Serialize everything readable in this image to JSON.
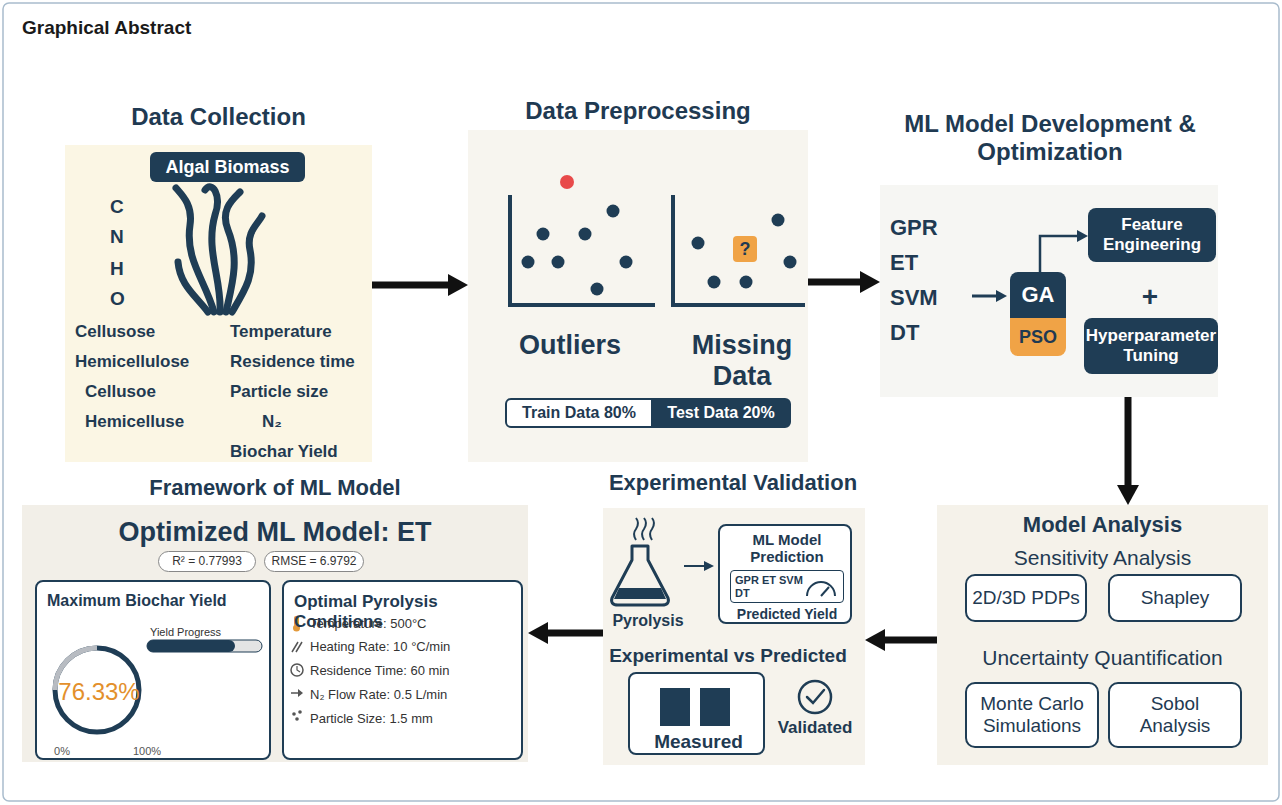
{
  "diagram": {
    "title": "Graphical Abstract",
    "nodes": [
      {
        "text": [
          "Data Collection",
          "C",
          "N",
          "H",
          "O",
          "Cellusose",
          "Temperature",
          "Hemicellulose",
          "Residence time",
          "Cellusoe",
          "Particle size",
          "Hemicelluse",
          "N₂",
          "Biochar Yield"
        ]
      },
      {
        "text": [
          "Algal Biomass"
        ],
        "in": 0
      },
      {
        "text": [
          "Data Preprocessing",
          "Outliers",
          "Missing Data"
        ]
      },
      {
        "text": [
          "Train Data 80%"
        ],
        "in": 2
      },
      {
        "text": [
          "Test Data 20%"
        ],
        "in": 2
      },
      {
        "text": [
          "?"
        ],
        "in": 2
      },
      {
        "text": [
          "ML Model Development & Optimization",
          "GPR",
          "ET",
          "SVM",
          "DT",
          "+"
        ]
      },
      {
        "text": [
          "GA"
        ],
        "in": 6
      },
      {
        "text": [
          "PSO"
        ],
        "in": 6
      },
      {
        "text": [
          "Feature Engineering"
        ],
        "in": 6
      },
      {
        "text": [
          "Hyperparameter Tuning"
        ],
        "in": 6
      },
      {
        "text": [
          "Model Analysis",
          "Sensitivity Analysis",
          "Uncertainty Quantification"
        ]
      },
      {
        "text": [
          "2D/3D PDPs"
        ],
        "in": 11
      },
      {
        "text": [
          "Shapley"
        ],
        "in": 11
      },
      {
        "text": [
          "Monte Carlo Simulations"
        ],
        "in": 11
      },
      {
        "text": [
          "Sobol Analysis"
        ],
        "in": 11
      },
      {
        "text": [
          "Experimental Validation",
          "Pyrolysis",
          "Experimental vs Predicted",
          "Validated"
        ]
      },
      {
        "text": [
          "ML Model Prediction",
          "Predicted Yield"
        ],
        "in": 16
      },
      {
        "text": [
          "GPR ET SVM DT"
        ],
        "in": 17
      },
      {
        "text": [
          "Measured"
        ],
        "in": 16
      },
      {
        "text": [
          "Framework of ML Model",
          "Optimized ML Model: ET"
        ]
      },
      {
        "text": [
          "R² = 0.77993"
        ],
        "in": 20
      },
      {
        "text": [
          "RMSE = 6.9792"
        ],
        "in": 20
      },
      {
        "text": [
          "Maximum Biochar Yield",
          "Yield Progress",
          "0%",
          "100%"
        ],
        "in": 20
      },
      {
        "text": [
          "76.33%"
        ],
        "in": 23
      },
      {
        "text": [
          "Optimal Pyrolysis Conditions",
          "Temperature: 500°C",
          "Heating Rate: 10 °C/min",
          "Residence Time: 60 min",
          "N₂ Flow Rate: 0.5 L/min",
          "Particle Size: 1.5 mm"
        ],
        "in": 20
      }
    ],
    "edges": [
      {
        "from": 0,
        "to": 2,
        "arrow": "to"
      },
      {
        "from": 2,
        "to": 6,
        "arrow": "to"
      },
      {
        "from": 6,
        "to": 11,
        "arrow": "to"
      },
      {
        "from": 11,
        "to": 16,
        "arrow": "to"
      },
      {
        "from": 16,
        "to": 20,
        "arrow": "to"
      },
      {
        "from": 7,
        "to": 9,
        "arrow": "to"
      }
    ]
  }
}
